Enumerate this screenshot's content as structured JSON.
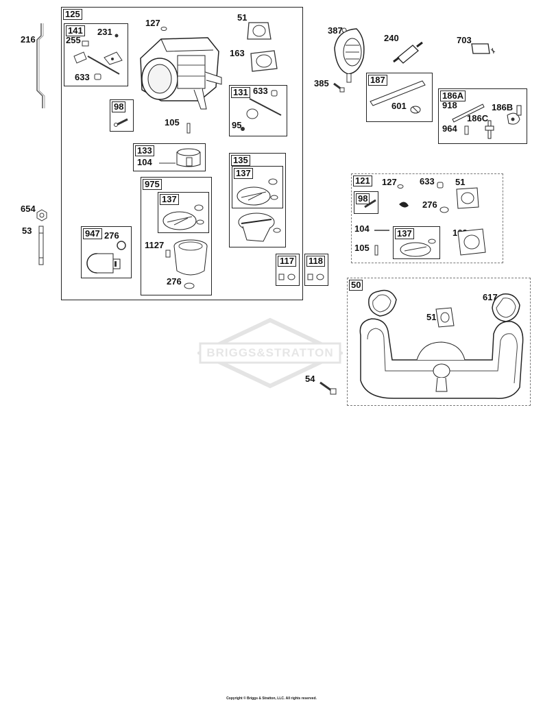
{
  "diagram": {
    "groups": {
      "g125": "125",
      "g141": "141",
      "g98a": "98",
      "g133": "133",
      "g975": "975",
      "g137a": "137",
      "g131": "131",
      "g135": "135",
      "g137b": "137",
      "g117": "117",
      "g118": "118",
      "g947": "947",
      "g187": "187",
      "g186A": "186A",
      "g121": "121",
      "g98b": "98",
      "g137c": "137",
      "g50": "50"
    },
    "callouts": {
      "c216": "216",
      "c654": "654",
      "c53": "53",
      "c231": "231",
      "c255": "255",
      "c633a": "633",
      "c127a": "127",
      "c51a": "51",
      "c163a": "163",
      "c633b": "633",
      "c95": "95",
      "c105a": "105",
      "c104a": "104",
      "c1127": "1127",
      "c276a": "276",
      "c276b": "276",
      "c387": "387",
      "c240": "240",
      "c703": "703",
      "c385": "385",
      "c601": "601",
      "c918": "918",
      "c186B": "186B",
      "c186C": "186C",
      "c964": "964",
      "c127b": "127",
      "c633c": "633",
      "c51b": "51",
      "c276c": "276",
      "c104b": "104",
      "c105b": "105",
      "c163b": "163",
      "c617": "617",
      "c51c": "51",
      "c54": "54"
    },
    "watermark": "BRIGGS&STRATTON",
    "copyright": "Copyright © Briggs & Stratton, LLC. All rights reserved."
  }
}
